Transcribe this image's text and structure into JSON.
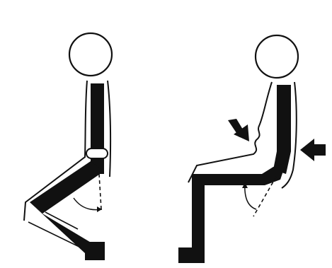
{
  "diagram": {
    "figures": [
      {
        "id": "upright",
        "lumbar_support": true
      },
      {
        "id": "slouched",
        "lumbar_support": false,
        "pressure_arrows": 2
      }
    ],
    "colors": {
      "ink": "#111111",
      "paper": "#ffffff"
    }
  }
}
